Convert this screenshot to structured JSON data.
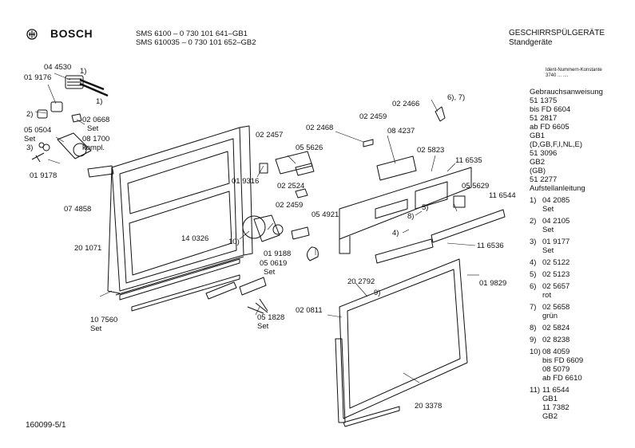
{
  "header": {
    "brand": "BOSCH",
    "model_line_1": "SMS 6100  –  0 730 101 641–GB1",
    "model_line_2": "SMS 610035  –  0 730 101 652–GB2",
    "category": "GESCHIRRSPÜLGERÄTE",
    "subcategory": "Standgeräte",
    "ident_label": "Ident-Nummern-Konstante",
    "ident_value": "3740  ...  ....",
    "logo_icon": "bosch-armature-logo-icon"
  },
  "footer": {
    "page_code": "160099-5/1"
  },
  "legend": {
    "manual_label": "Gebrauchsanweisung",
    "manual_lines": [
      "51  1375",
      "bis  FD  6604",
      "51  2817",
      "ab  FD  6605",
      "GB1",
      "(D,GB,F,I,NL,E)",
      "51  3096",
      "GB2",
      "(GB)",
      "51  2277"
    ],
    "install_label": "Aufstellanleitung",
    "items": [
      {
        "key": "1)",
        "lines": [
          "04  2085",
          "Set"
        ]
      },
      {
        "key": "2)",
        "lines": [
          "04  2105",
          "Set"
        ]
      },
      {
        "key": "3)",
        "lines": [
          "01  9177",
          "Set"
        ]
      },
      {
        "key": "4)",
        "lines": [
          "02  5122"
        ]
      },
      {
        "key": "5)",
        "lines": [
          "02  5123"
        ]
      },
      {
        "key": "6)",
        "lines": [
          "02  5657",
          "rot"
        ]
      },
      {
        "key": "7)",
        "lines": [
          "02  5658",
          "grün"
        ]
      },
      {
        "key": "8)",
        "lines": [
          "02  5824"
        ]
      },
      {
        "key": "9)",
        "lines": [
          "02  8238"
        ]
      },
      {
        "key": "10)",
        "lines": [
          "08  4059",
          "bis  FD  6609",
          "08  5079",
          "ab  FD  6610"
        ]
      },
      {
        "key": "11)",
        "lines": [
          "11  6544",
          "GB1",
          "11  7382",
          "GB2"
        ]
      }
    ]
  },
  "callouts": [
    {
      "id": "c1",
      "text": "04 4530"
    },
    {
      "id": "c2",
      "text": "1)"
    },
    {
      "id": "c3",
      "text": "01 9176"
    },
    {
      "id": "c4",
      "text": "1)"
    },
    {
      "id": "c5",
      "text": "2)"
    },
    {
      "id": "c6",
      "text": "02 0668"
    },
    {
      "id": "c7",
      "text": "Set"
    },
    {
      "id": "c8",
      "text": "05 0504"
    },
    {
      "id": "c9",
      "text": "08 1700"
    },
    {
      "id": "c10",
      "text": "Set"
    },
    {
      "id": "c11",
      "text": "kompl."
    },
    {
      "id": "c12",
      "text": "3)"
    },
    {
      "id": "c13",
      "text": "01 9178"
    },
    {
      "id": "c14",
      "text": "07 4858"
    },
    {
      "id": "c15",
      "text": "02 2457"
    },
    {
      "id": "c16",
      "text": "05 5626"
    },
    {
      "id": "c17",
      "text": "01 9316"
    },
    {
      "id": "c18",
      "text": "02 2524"
    },
    {
      "id": "c19",
      "text": "02 2468"
    },
    {
      "id": "c20",
      "text": "02 2459"
    },
    {
      "id": "c21",
      "text": "08 4237"
    },
    {
      "id": "c22",
      "text": "02 2466"
    },
    {
      "id": "c23",
      "text": "6), 7)"
    },
    {
      "id": "c24",
      "text": "02 5823"
    },
    {
      "id": "c25",
      "text": "11 6535"
    },
    {
      "id": "c26",
      "text": "05 5629"
    },
    {
      "id": "c27",
      "text": "11 6544"
    },
    {
      "id": "c28",
      "text": "5)"
    },
    {
      "id": "c29",
      "text": "8)"
    },
    {
      "id": "c30",
      "text": "4)"
    },
    {
      "id": "c31",
      "text": "11 6536"
    },
    {
      "id": "c32",
      "text": "01 9829"
    },
    {
      "id": "c33",
      "text": "02 2459"
    },
    {
      "id": "c34",
      "text": "05 4921"
    },
    {
      "id": "c35",
      "text": "14 0326"
    },
    {
      "id": "c36",
      "text": "10)"
    },
    {
      "id": "c37",
      "text": "01 9188"
    },
    {
      "id": "c38",
      "text": "05 0619"
    },
    {
      "id": "c39",
      "text": "Set"
    },
    {
      "id": "c40",
      "text": "20 1071"
    },
    {
      "id": "c41",
      "text": "20 2792"
    },
    {
      "id": "c42",
      "text": "9)"
    },
    {
      "id": "c43",
      "text": "02 0811"
    },
    {
      "id": "c44",
      "text": "05 1828"
    },
    {
      "id": "c45",
      "text": "Set"
    },
    {
      "id": "c46",
      "text": "10 7560"
    },
    {
      "id": "c47",
      "text": "Set"
    },
    {
      "id": "c48",
      "text": "20 3378"
    }
  ]
}
